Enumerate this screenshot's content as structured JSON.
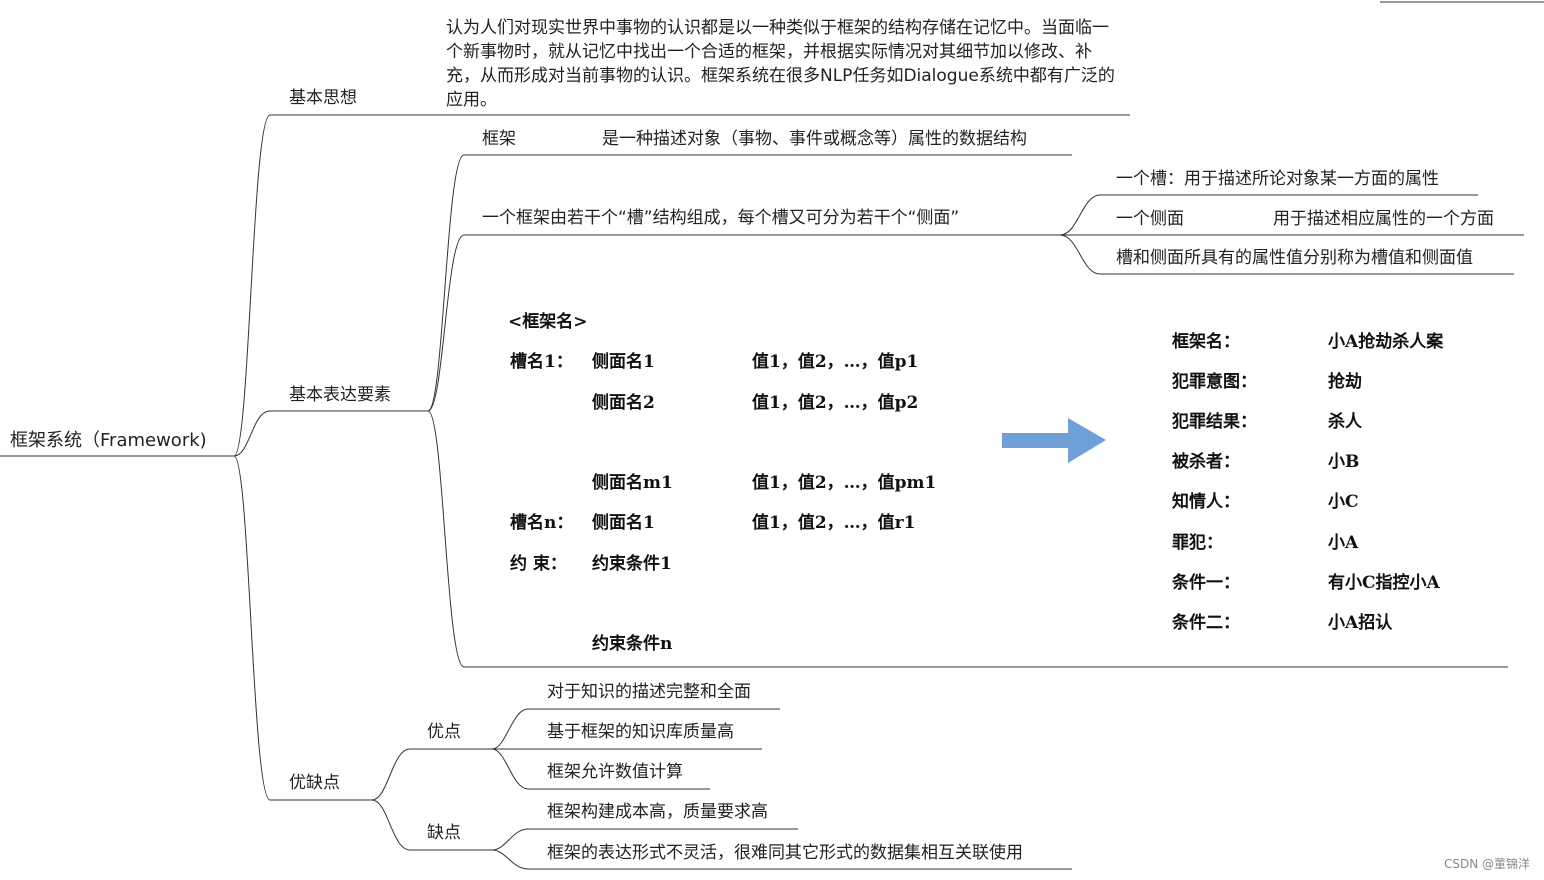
{
  "root": {
    "label": "框架系统（Framework)"
  },
  "basic_idea": {
    "label": "基本思想",
    "text": "认为人们对现实世界中事物的认识都是以一种类似于框架的结构存储在记忆中。当面临一个新事物时，就从记忆中找出一个合适的框架，并根据实际情况对其细节加以修改、补充，从而形成对当前事物的认识。框架系统在很多NLP任务如Dialogue系统中都有广泛的应用。"
  },
  "elements": {
    "label": "基本表达要素",
    "frame_label": "框架",
    "frame_def": "是一种描述对象（事物、事件或概念等）属性的数据结构",
    "composition": "一个框架由若干个“槽”结构组成，每个槽又可分为若干个“侧面”",
    "slot": "一个槽：用于描述所论对象某一方面的属性",
    "facet_label": "一个侧面",
    "facet_def": "用于描述相应属性的一个方面",
    "values": "槽和侧面所具有的属性值分别称为槽值和侧面值",
    "template": {
      "frame_name": "<框架名>",
      "slot1": "槽名1：",
      "facet1": "侧面名1",
      "facet1_vals": "值1，值2，…，值p1",
      "facet2": "侧面名2",
      "facet2_vals": "值1，值2，…，值p2",
      "facetm": "侧面名m1",
      "facetm_vals": "值1，值2，…，值pm1",
      "slotn": "槽名n：",
      "slotn_facet": "侧面名1",
      "slotn_vals": "值1，值2，…，值r1",
      "constraint": "约 束：",
      "cond1": "约束条件1",
      "condn": "约束条件n"
    },
    "example": [
      {
        "k": "框架名：",
        "v": "小A抢劫杀人案"
      },
      {
        "k": "犯罪意图：",
        "v": "抢劫"
      },
      {
        "k": "犯罪结果：",
        "v": "杀人"
      },
      {
        "k": "被杀者：",
        "v": "小B"
      },
      {
        "k": "知情人：",
        "v": "小C"
      },
      {
        "k": "罪犯：",
        "v": "小A"
      },
      {
        "k": "条件一：",
        "v": "有小C指控小A"
      },
      {
        "k": "条件二：",
        "v": "小A招认"
      }
    ]
  },
  "pros_cons": {
    "label": "优缺点",
    "pros_label": "优点",
    "pros": [
      "对于知识的描述完整和全面",
      "基于框架的知识库质量高",
      "框架允许数值计算"
    ],
    "cons_label": "缺点",
    "cons": [
      "框架构建成本高，质量要求高",
      "框架的表达形式不灵活，很难同其它形式的数据集相互关联使用"
    ]
  },
  "watermark": "CSDN @董锦洋",
  "colors": {
    "line": "#333333",
    "arrow": "#6e9fd6"
  }
}
